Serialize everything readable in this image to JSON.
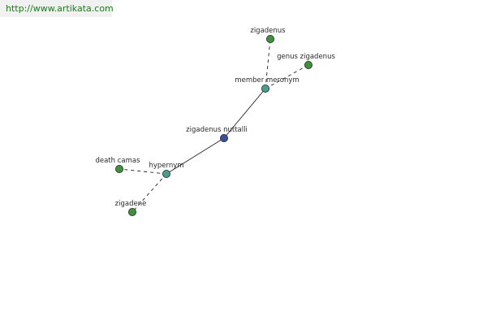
{
  "site": {
    "url_text": "http://www.artikata.com"
  },
  "colors": {
    "focus_node": "#3d4f9c",
    "relation_node": "#4e9a8f",
    "term_node": "#3f8f3f",
    "node_stroke": "#1f2f1f",
    "edge": "#222222"
  },
  "graph": {
    "nodes": [
      {
        "id": "zigadenus-nuttalli",
        "label": "zigadenus nuttalli",
        "kind": "focus"
      },
      {
        "id": "member-meronym",
        "label": "member meronym",
        "kind": "relation"
      },
      {
        "id": "hypernym",
        "label": "hypernym",
        "kind": "relation"
      },
      {
        "id": "zigadenus",
        "label": "zigadenus",
        "kind": "term"
      },
      {
        "id": "genus-zigadenus",
        "label": "genus zigadenus",
        "kind": "term"
      },
      {
        "id": "death-camas",
        "label": "death camas",
        "kind": "term"
      },
      {
        "id": "zigadene",
        "label": "zigadene",
        "kind": "term"
      }
    ],
    "edges": [
      {
        "from": "zigadenus-nuttalli",
        "to": "member-meronym",
        "style": "solid"
      },
      {
        "from": "zigadenus-nuttalli",
        "to": "hypernym",
        "style": "solid"
      },
      {
        "from": "member-meronym",
        "to": "zigadenus",
        "style": "dashed"
      },
      {
        "from": "member-meronym",
        "to": "genus-zigadenus",
        "style": "dashed"
      },
      {
        "from": "hypernym",
        "to": "death-camas",
        "style": "dashed"
      },
      {
        "from": "hypernym",
        "to": "zigadene",
        "style": "dashed"
      }
    ]
  }
}
